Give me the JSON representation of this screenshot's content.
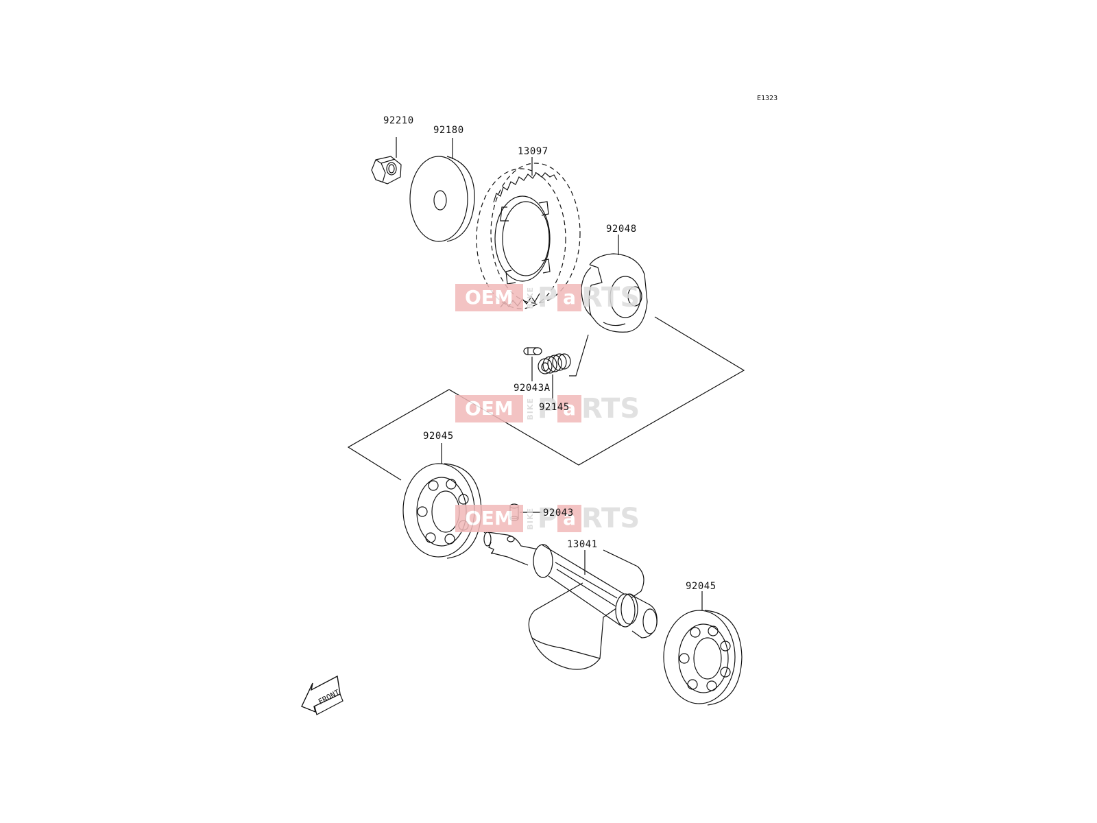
{
  "diagram_code": "E1323",
  "parts": [
    {
      "id": "nut",
      "number": "92210"
    },
    {
      "id": "washer",
      "number": "92180"
    },
    {
      "id": "gear",
      "number": "13097"
    },
    {
      "id": "weight",
      "number": "92048"
    },
    {
      "id": "pin-a",
      "number": "92043A"
    },
    {
      "id": "spring",
      "number": "92145"
    },
    {
      "id": "bearing-left",
      "number": "92045"
    },
    {
      "id": "pin",
      "number": "92043"
    },
    {
      "id": "shaft",
      "number": "13041"
    },
    {
      "id": "bearing-right",
      "number": "92045"
    }
  ],
  "front_indicator": "FRONT",
  "watermark": {
    "oem": "OEM",
    "bike": "BIKE",
    "p": "P",
    "a": "a",
    "rts": "RTS"
  }
}
